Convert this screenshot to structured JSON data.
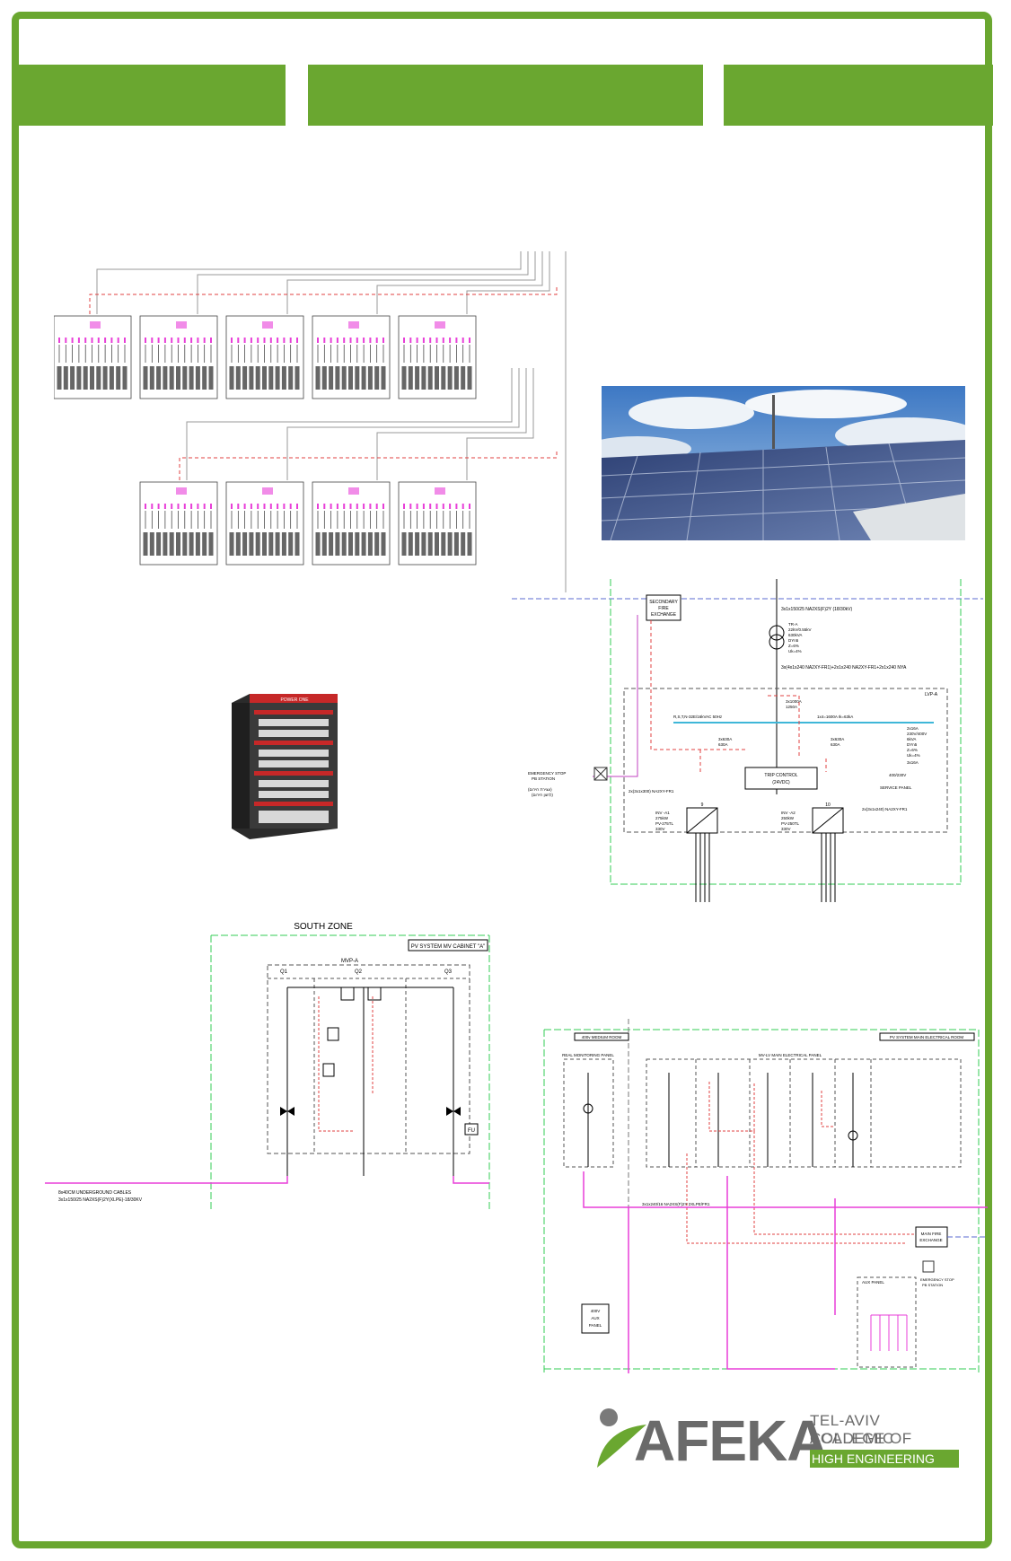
{
  "header": {
    "bar_count": 3
  },
  "south_zone": {
    "title": "SOUTH ZONE",
    "cabinet_label": "PV SYSTEM  MV CABINET \"A\"",
    "mvp": "MVP-A",
    "cols": [
      "Q1",
      "Q2",
      "Q3"
    ],
    "cable_note_1": "8x40CM  UNDERGROUND CABLES",
    "cable_note_2": "3x1x150/25 NA2XS(F)2Y(XLPE)-18/30KV",
    "fu": "FU"
  },
  "single_line": {
    "fire_exchange": [
      "SECONDARY",
      "FIRE",
      "EXCHANGE"
    ],
    "cable_top": "3x1x150/25 NA2XS(F)2Y (18/30kV)",
    "transformer": [
      "TR-A",
      "22kV/0.55kV",
      "630kVA",
      "DYn5",
      "Z=6%",
      "Uk=4%"
    ],
    "cable_lv": "3x(4x1x240 NA2XY-FR1)+2x1x240 NA2XY-FR1+2x1x240 NYA",
    "lvp": "LVP-A",
    "busbar": "R,S,T,N-32E/16kVAC 50Hz",
    "breaker_main": [
      "3x1000A",
      "1250A"
    ],
    "breaker_1": [
      "3x630A",
      "630A"
    ],
    "breaker_2": [
      "3x630A",
      "630A"
    ],
    "busbar_right": "1x4=1600A  Ik=63kA",
    "trip_control": [
      "TRIP CONTROL",
      "(24VDC)"
    ],
    "emergency": [
      "EMERGENCY STOP",
      "PB STATION"
    ],
    "emergency_hebrew": [
      "(עצירת חירום)",
      "(לחצן חירום)"
    ],
    "cable_inv_1": "2x(3x1x300) NA2XY-FR1",
    "cable_inv_2": "2x(3x1x240) NA2XY-FR1",
    "inverter_1": [
      "INV -A1",
      "275kW",
      "PV-275TL",
      "330V"
    ],
    "inverter_2": [
      "INV -A2",
      "250kW",
      "PV-250TL",
      "330V"
    ],
    "aux": [
      "2x16A",
      "230V/400V",
      "6kVA",
      "DYn5",
      "Z=6%",
      "Uk=4%",
      "3x16A"
    ],
    "voltage_aux": "400/230V",
    "service_panel": "SERVICE PANEL",
    "inv_1_num": "9",
    "inv_2_num": "10"
  },
  "cabinet_photo": {
    "brand": "POWER ONE"
  },
  "bottom_right": {
    "room_left": "400v MEDIUM ROOM",
    "room_right": "PV SYSTEM MAIN ELECTRICAL ROOM",
    "panel_left": "REAL MONITORING PANEL",
    "panel_mid": "MV-LV MAIN ELECTRICAL PANEL",
    "main_fire": [
      "MAIN FIRE",
      "EXCHANGE"
    ],
    "aux_panel": [
      "400V",
      "AUX",
      "PANEL"
    ],
    "cable_mid": "3x1x240/16 NA2XS(F)2Y     2XLPE/FR1",
    "emergency": [
      "EMERGENCY STOP",
      "PB STATION"
    ],
    "aux_label": "AUX PANEL"
  },
  "logo": {
    "name": "AFEKA",
    "line1": "TEL-AVIV  ACADEMIC",
    "line2": "COLLEGE OF ENGINEERING",
    "line3": "HIGH ENGINEERING"
  },
  "colors": {
    "green": "#6aa730",
    "magenta": "#e83fd8",
    "red": "#e04040"
  }
}
